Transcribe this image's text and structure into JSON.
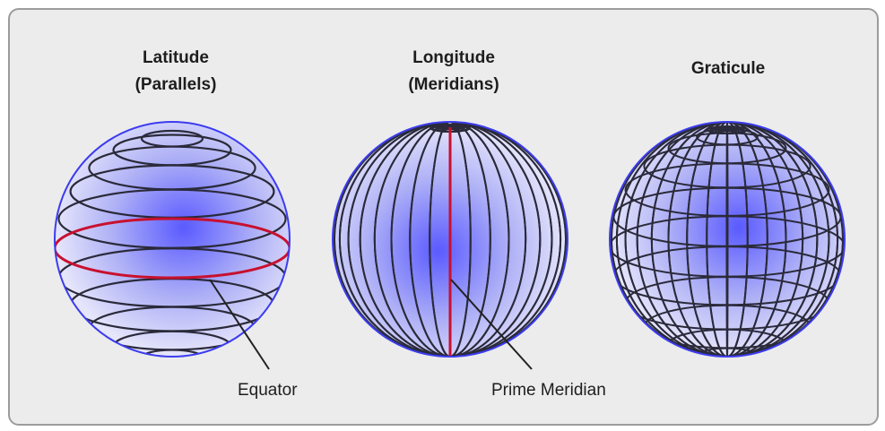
{
  "diagram": {
    "latitude": {
      "title_line1": "Latitude",
      "title_line2": "(Parallels)",
      "callout": "Equator"
    },
    "longitude": {
      "title_line1": "Longitude",
      "title_line2": "(Meridians)",
      "callout": "Prime Meridian"
    },
    "graticule": {
      "title_line1": "Graticule"
    }
  },
  "colors": {
    "panel_background": "#ececec",
    "panel_border": "#9c9c9c",
    "globe_outline": "#3c3cf0",
    "globe_highlight": "#5a5aff",
    "grid_line": "#2a2a3a",
    "reference_line": "#c8102e"
  }
}
